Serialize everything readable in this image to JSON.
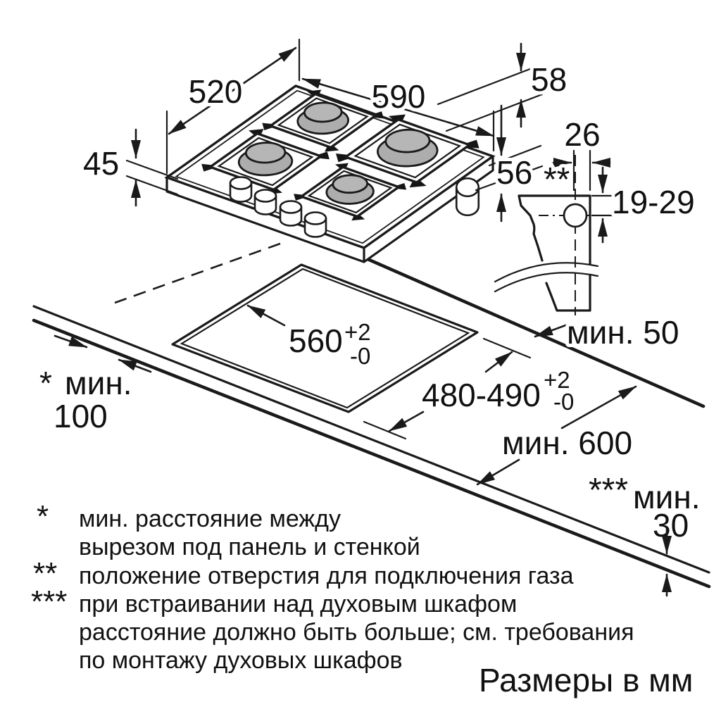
{
  "dims": {
    "depth_top": "520",
    "width_top": "590",
    "step_right": "58",
    "height_edge": "45",
    "depth_below": "56",
    "gas_offset_x": "26",
    "gas_offset_y": "19-29",
    "gas_hole_marker": "**",
    "cutout_width": "560",
    "cutout_width_tol_plus": "+2",
    "cutout_width_tol_minus": "-0",
    "cutout_depth": "480-490",
    "cutout_depth_tol_plus": "+2",
    "cutout_depth_tol_minus": "-0",
    "min_right": "мин. 50",
    "min_worktop_depth": "мин. 600",
    "min_side_marker": "*",
    "min_side_label": "мин.",
    "min_side_value": "100",
    "min_oven_marker": "***",
    "min_oven_label": "мин.",
    "min_oven_value": "30"
  },
  "footnotes": [
    {
      "marker": "*",
      "lines": [
        "мин. расстояние между",
        "вырезом под панель и стенкой"
      ]
    },
    {
      "marker": "**",
      "lines": [
        "положение отверстия для подключения газа"
      ]
    },
    {
      "marker": "***",
      "lines": [
        "при встраивании над духовым шкафом",
        "расстояние должно быть больше; см. требования",
        "по монтажу духовых шкафов"
      ]
    }
  ],
  "units_note": "Размеры в мм",
  "colors": {
    "line": "#1a1a1a",
    "burner_cap": "#adadad",
    "burner_cap_top": "#b6b6b6"
  }
}
